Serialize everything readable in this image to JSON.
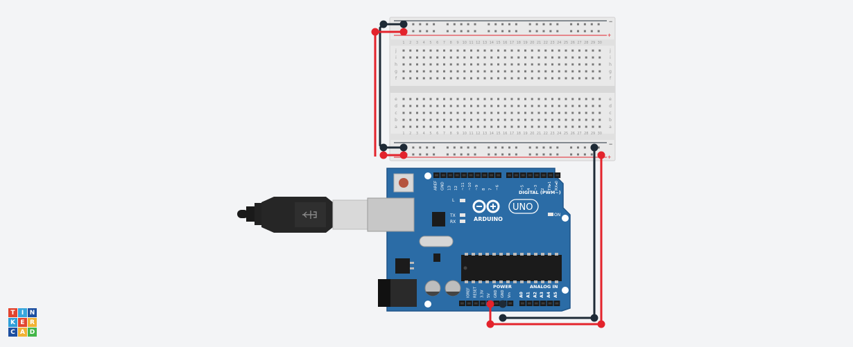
{
  "app": {
    "logo_letters": [
      "T",
      "I",
      "N",
      "K",
      "E",
      "R",
      "C",
      "A",
      "D"
    ],
    "logo_colors": [
      "#e2442f",
      "#37a6dd",
      "#1d4fa0",
      "#2e9fd9",
      "#e2442f",
      "#f2b233",
      "#1d4fa0",
      "#f2b233",
      "#43b649"
    ]
  },
  "breadboard": {
    "rail_minus": "−",
    "rail_plus": "+",
    "row_letters_top": [
      "j",
      "i",
      "h",
      "g",
      "f"
    ],
    "row_letters_bottom": [
      "e",
      "d",
      "c",
      "b",
      "a"
    ],
    "columns": 30
  },
  "arduino": {
    "brand": "ARDUINO",
    "model": "UNO",
    "digital_label": "DIGITAL (PWM~)",
    "digital_pins": [
      "AREF",
      "GND",
      "13",
      "12",
      "~11",
      "~10",
      "~9",
      "8",
      "7",
      "~6",
      "~5",
      "4",
      "~3",
      "2",
      "TX▸1",
      "RX◂0"
    ],
    "power_label": "POWER",
    "power_pins": [
      "IOREF",
      "RESET",
      "3.3V",
      "5V",
      "GND",
      "GND",
      "Vin"
    ],
    "analog_label": "ANALOG IN",
    "analog_pins": [
      "A0",
      "A1",
      "A2",
      "A3",
      "A4",
      "A5"
    ],
    "led_labels": [
      "L",
      "TX",
      "RX"
    ],
    "on_label": "ON"
  },
  "colors": {
    "board": "#2b6ca6",
    "wire_red": "#e3232c",
    "wire_black": "#1e2a36",
    "breadboard": "#e8e8e8"
  }
}
